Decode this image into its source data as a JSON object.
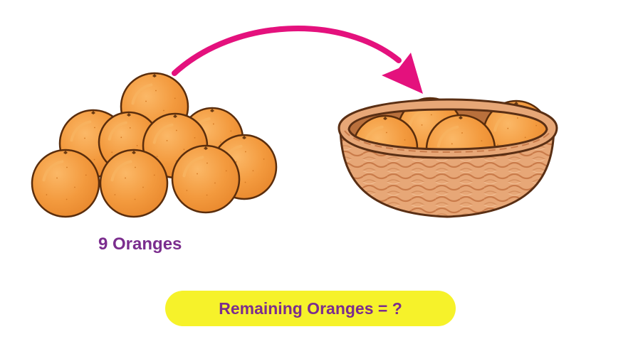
{
  "pile": {
    "count_label": "9 Oranges",
    "orange_count": 9
  },
  "basket": {
    "orange_count": 4
  },
  "question": {
    "text": "Remaining Oranges = ?"
  },
  "colors": {
    "label_purple": "#7b2d8e",
    "pill_yellow": "#f6f22a",
    "arrow_magenta": "#e4117d",
    "orange_fill": "#f39a3e",
    "orange_highlight": "#f8b25e",
    "orange_outline": "#5a2d0c",
    "basket_fill": "#e7a777",
    "basket_dark": "#c97b4a",
    "basket_outline": "#5a2f14"
  }
}
